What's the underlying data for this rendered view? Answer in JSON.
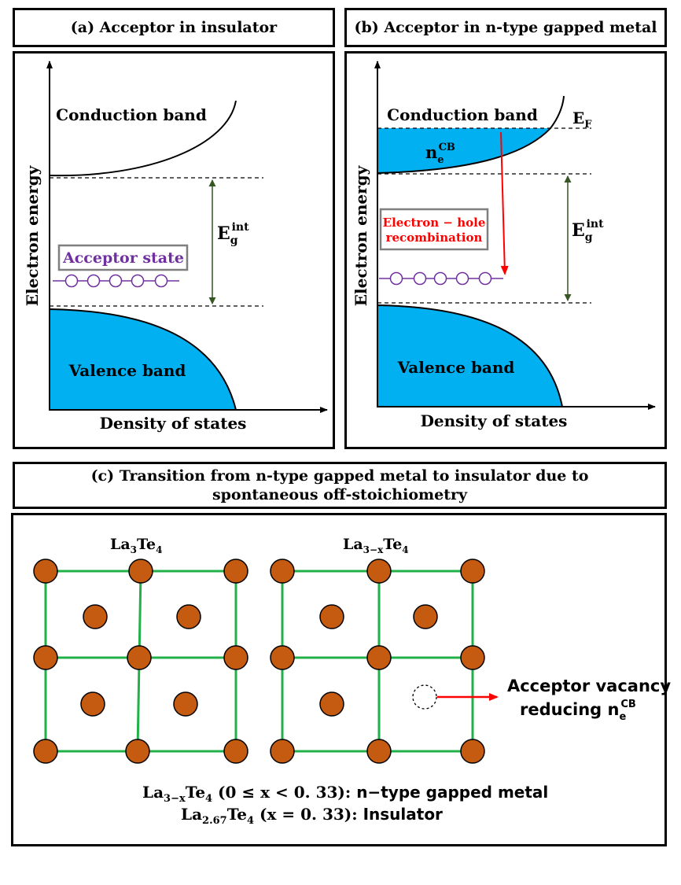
{
  "panel_a": {
    "title": "(a) Acceptor in insulator",
    "y_axis": "Electron energy",
    "x_axis": "Density of states",
    "conduction_band": "Conduction band",
    "valence_band": "Valence band",
    "acceptor_state": "Acceptor state",
    "gap_label": "E",
    "gap_sub": "g",
    "gap_sup": "int"
  },
  "panel_b": {
    "title": "(b) Acceptor in n-type gapped metal",
    "y_axis": "Electron energy",
    "x_axis": "Density of states",
    "conduction_band": "Conduction band",
    "valence_band": "Valence band",
    "fermi_label": "E",
    "fermi_sub": "F",
    "ne_label": "n",
    "ne_sub": "e",
    "ne_sup": "CB",
    "recombination_line1": "Electron − hole",
    "recombination_line2": "recombination",
    "gap_label": "E",
    "gap_sub": "g",
    "gap_sup": "int"
  },
  "panel_c": {
    "title_line1": "(c) Transition from n-type gapped metal to insulator due to",
    "title_line2": "spontaneous off-stoichiometry",
    "left_lattice_label": {
      "base": "La",
      "sub1": "3",
      "mid": "Te",
      "sub2": "4"
    },
    "right_lattice_label": {
      "base": "La",
      "sub1": "3−x",
      "mid": "Te",
      "sub2": "4"
    },
    "vacancy_line1": "Acceptor vacancy",
    "vacancy_line2": "reducing n",
    "vacancy_sub": "e",
    "vacancy_sup": "CB",
    "caption_line1": {
      "a": "La",
      "a_sub": "3−x",
      "b": "Te",
      "b_sub": "4",
      "c": " (0 ≤ x < 0. 33): ",
      "d": "n−type gapped metal"
    },
    "caption_line2": {
      "a": "La",
      "a_sub": "2.67",
      "b": "Te",
      "b_sub": "4",
      "c": " (x = 0. 33): ",
      "d": "Insulator"
    }
  },
  "colors": {
    "band_fill": "#00b0f0",
    "acceptor_purple": "#7030a0",
    "recombination_red": "#ff0000",
    "gap_arrow_green": "#375623",
    "atom_fill": "#c55a11",
    "bond_green": "#22b04a"
  }
}
